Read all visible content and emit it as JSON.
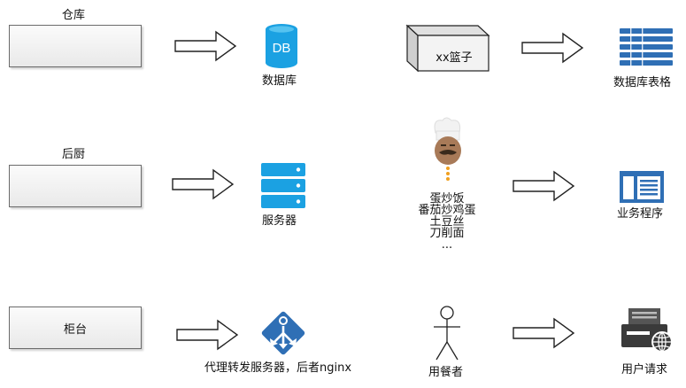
{
  "rows": [
    {
      "left_title": "仓库",
      "left_box_label": "",
      "middle_label": "数据库",
      "db_text": "DB",
      "right_box_label": "xx篮子",
      "right_label": "数据库表格"
    },
    {
      "left_title": "后厨",
      "left_box_label": "",
      "middle_label": "服务器",
      "chef_items": [
        "蛋炒饭",
        "番茄炒鸡蛋",
        "土豆丝",
        "刀削面",
        "..."
      ],
      "right_label": "业务程序"
    },
    {
      "left_title": "",
      "left_box_label": "柜台",
      "middle_label": "代理转发服务器，后者nginx",
      "actor_label": "用餐者",
      "right_label": "用户请求"
    }
  ],
  "colors": {
    "icon_blue": "#1ba1e2",
    "icon_dark_blue": "#2f6fb5",
    "arrow_stroke": "#222222",
    "box_border": "#6b6b6b"
  },
  "icons": [
    "database-icon",
    "server-icon",
    "load-balancer-icon",
    "box-icon",
    "table-icon",
    "app-window-icon",
    "chef-icon",
    "stick-figure-icon",
    "user-request-icon"
  ]
}
